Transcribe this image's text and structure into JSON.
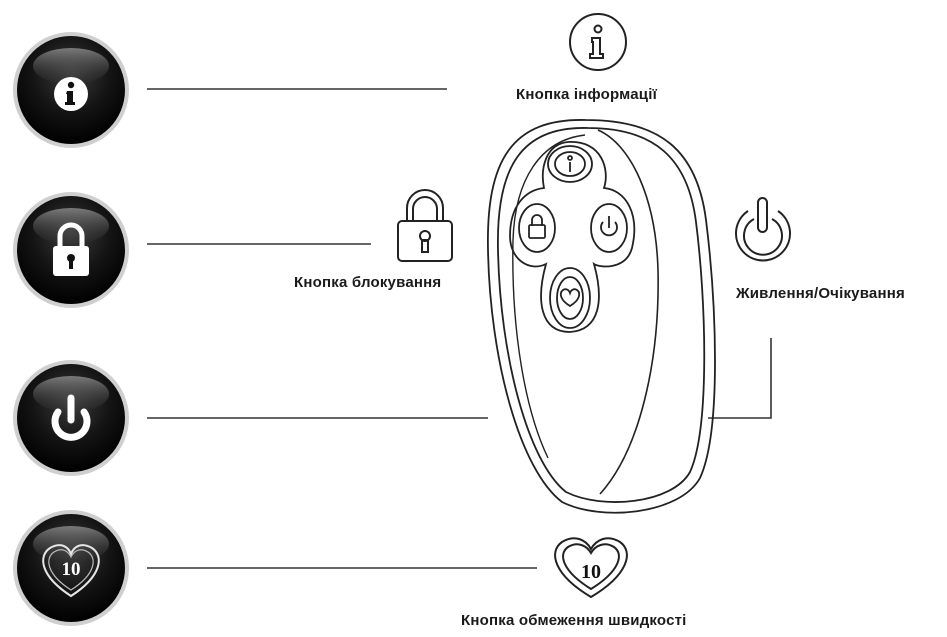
{
  "labels": {
    "info": "Кнопка інформації",
    "lock": "Кнопка блокування",
    "power": "Живлення/Очікування",
    "speed": "Кнопка обмеження швидкості"
  },
  "badge_number": "10",
  "icons": {
    "info": "info-icon",
    "lock": "padlock-icon",
    "power": "power-icon",
    "speed": "heart-10-icon"
  },
  "colors": {
    "button_dark": "#0c0c0c",
    "button_highlight": "#5a5a5a",
    "line": "#333333",
    "outline": "#222222"
  }
}
